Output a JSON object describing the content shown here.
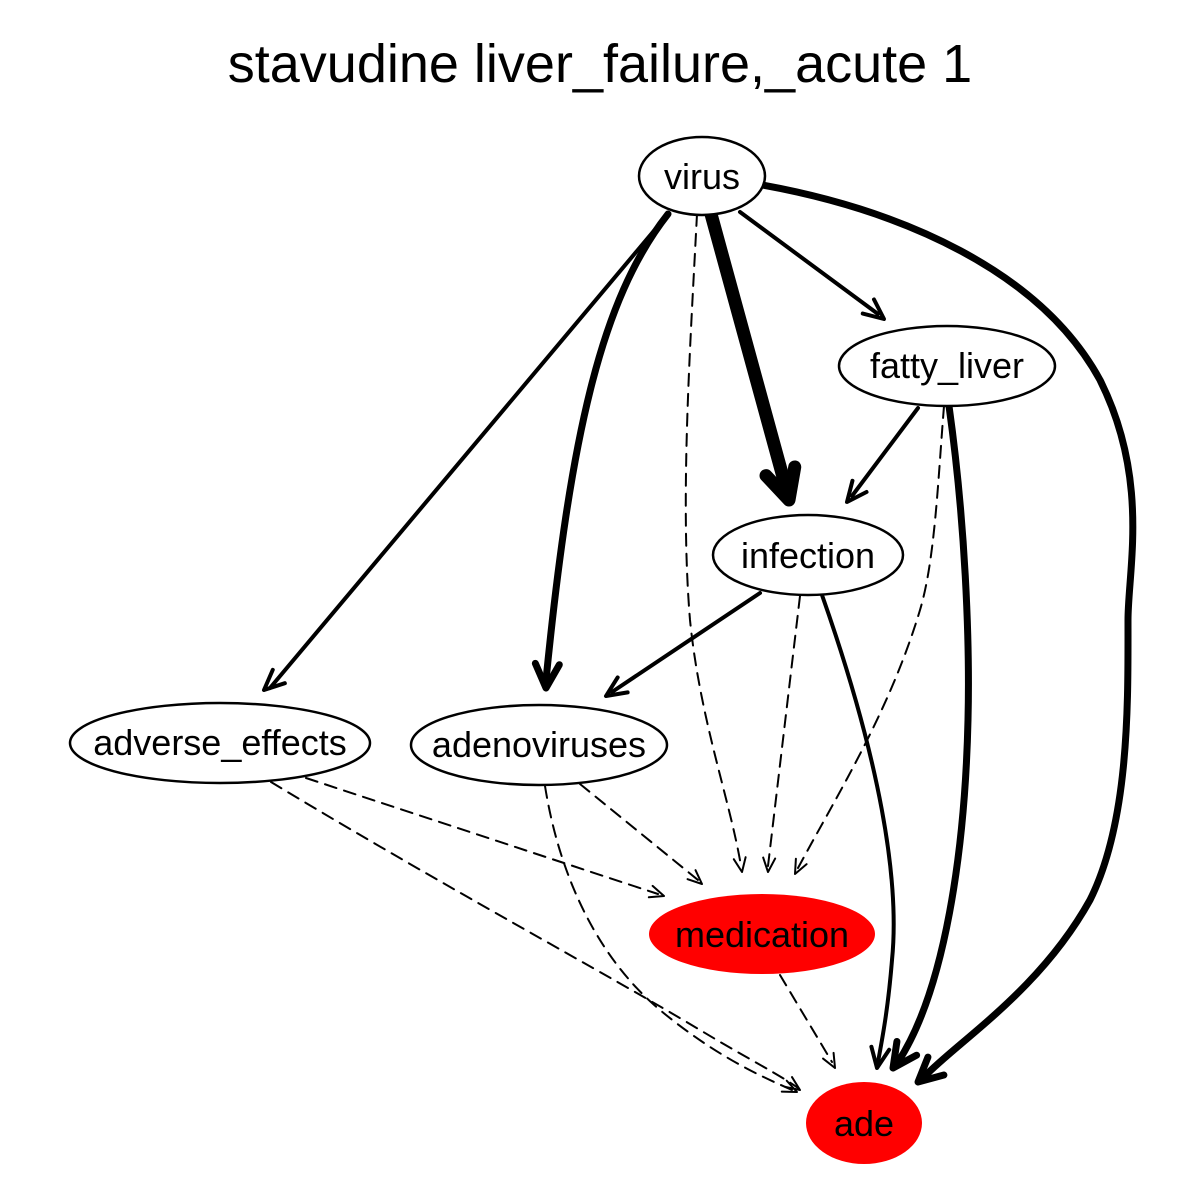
{
  "title": "stavudine liver_failure,_acute 1",
  "colors": {
    "highlight": "#ff0000",
    "default_fill": "#ffffff",
    "stroke": "#000000"
  },
  "nodes": {
    "virus": {
      "label": "virus",
      "highlighted": false
    },
    "fatty_liver": {
      "label": "fatty_liver",
      "highlighted": false
    },
    "infection": {
      "label": "infection",
      "highlighted": false
    },
    "adverse_effects": {
      "label": "adverse_effects",
      "highlighted": false
    },
    "adenoviruses": {
      "label": "adenoviruses",
      "highlighted": false
    },
    "medication": {
      "label": "medication",
      "highlighted": true
    },
    "ade": {
      "label": "ade",
      "highlighted": true
    }
  },
  "edges": [
    {
      "from": "virus",
      "to": "adverse_effects",
      "style": "solid",
      "weight": "medium"
    },
    {
      "from": "virus",
      "to": "adenoviruses",
      "style": "solid",
      "weight": "heavy"
    },
    {
      "from": "virus",
      "to": "medication",
      "style": "dashed",
      "weight": "thin"
    },
    {
      "from": "virus",
      "to": "infection",
      "style": "solid",
      "weight": "heaviest"
    },
    {
      "from": "virus",
      "to": "fatty_liver",
      "style": "solid",
      "weight": "medium"
    },
    {
      "from": "virus",
      "to": "ade",
      "style": "solid",
      "weight": "heavy"
    },
    {
      "from": "fatty_liver",
      "to": "infection",
      "style": "solid",
      "weight": "medium"
    },
    {
      "from": "fatty_liver",
      "to": "medication",
      "style": "dashed",
      "weight": "thin"
    },
    {
      "from": "fatty_liver",
      "to": "ade",
      "style": "solid",
      "weight": "heavy"
    },
    {
      "from": "infection",
      "to": "adenoviruses",
      "style": "solid",
      "weight": "medium"
    },
    {
      "from": "infection",
      "to": "medication",
      "style": "dashed",
      "weight": "thin"
    },
    {
      "from": "infection",
      "to": "ade",
      "style": "solid",
      "weight": "medium"
    },
    {
      "from": "adverse_effects",
      "to": "medication",
      "style": "dashed",
      "weight": "thin"
    },
    {
      "from": "adverse_effects",
      "to": "ade",
      "style": "dashed",
      "weight": "thin"
    },
    {
      "from": "adenoviruses",
      "to": "medication",
      "style": "dashed",
      "weight": "thin"
    },
    {
      "from": "adenoviruses",
      "to": "ade",
      "style": "dashed",
      "weight": "thin"
    },
    {
      "from": "medication",
      "to": "ade",
      "style": "dashed",
      "weight": "thin"
    }
  ]
}
